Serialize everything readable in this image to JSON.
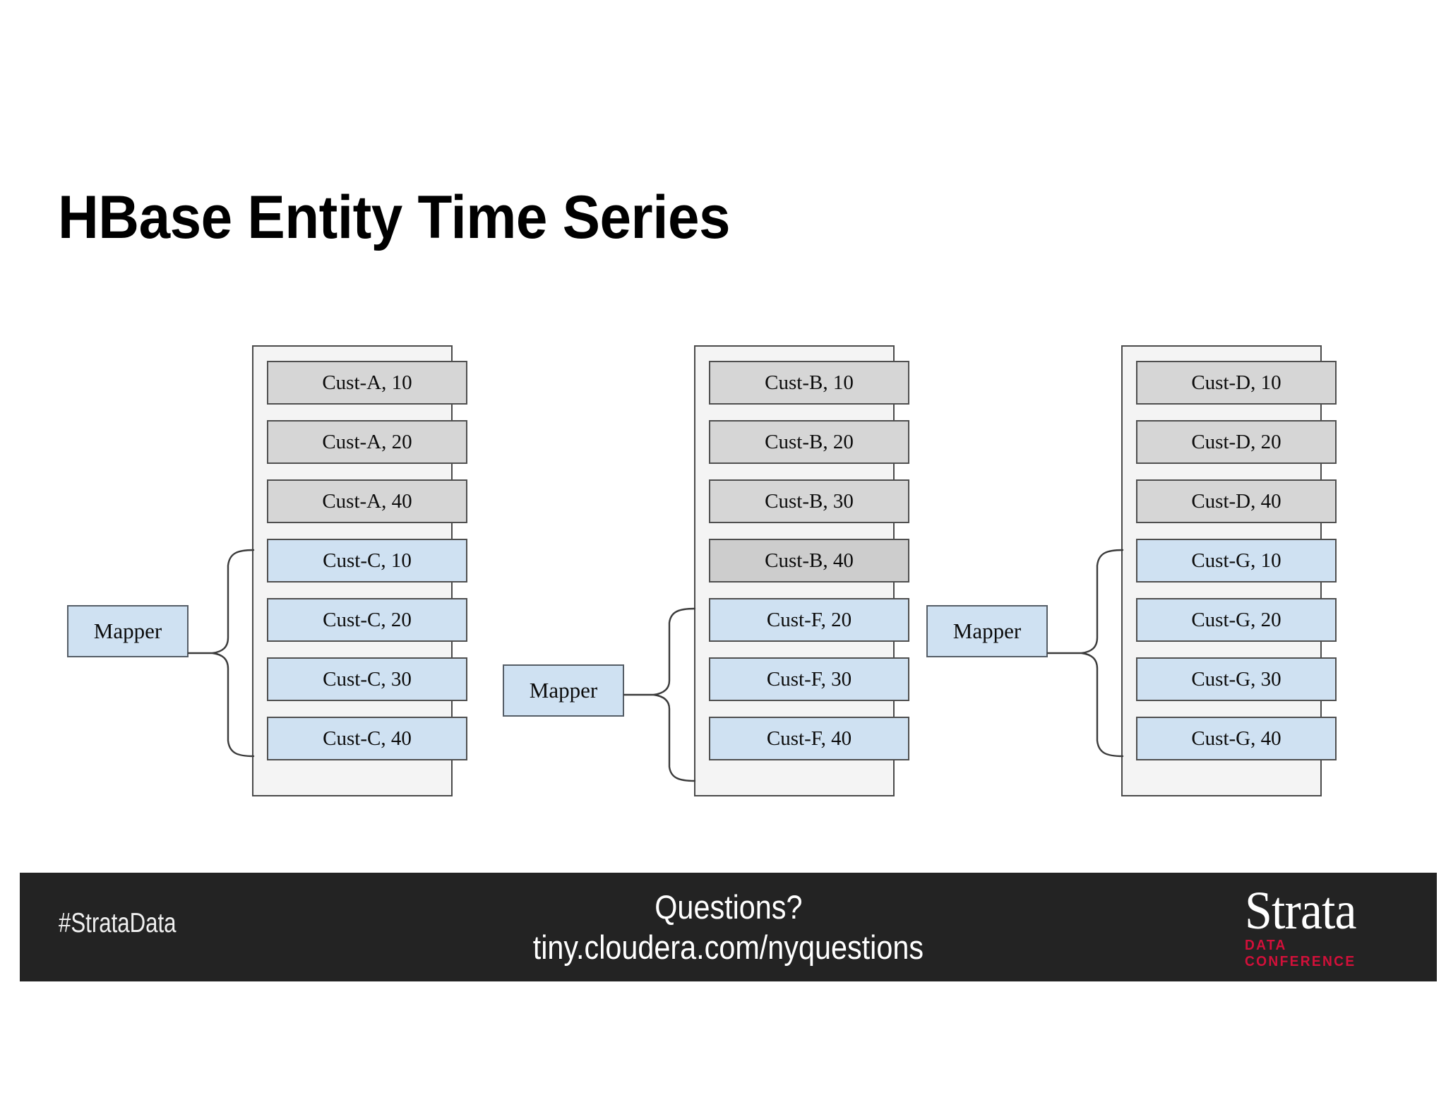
{
  "slide": {
    "title": "HBase Entity Time Series"
  },
  "diagram": {
    "mapper_label": "Mapper",
    "columns": [
      {
        "id": "region-1",
        "rows": [
          {
            "label": "Cust-A, 10",
            "color": "gray"
          },
          {
            "label": "Cust-A, 20",
            "color": "gray"
          },
          {
            "label": "Cust-A, 40",
            "color": "gray"
          },
          {
            "label": "Cust-C, 10",
            "color": "blue"
          },
          {
            "label": "Cust-C, 20",
            "color": "blue"
          },
          {
            "label": "Cust-C, 30",
            "color": "blue"
          },
          {
            "label": "Cust-C, 40",
            "color": "blue"
          }
        ]
      },
      {
        "id": "region-2",
        "rows": [
          {
            "label": "Cust-B, 10",
            "color": "gray"
          },
          {
            "label": "Cust-B, 20",
            "color": "gray"
          },
          {
            "label": "Cust-B, 30",
            "color": "gray"
          },
          {
            "label": "Cust-B, 40",
            "color": "gray-dark"
          },
          {
            "label": "Cust-F, 20",
            "color": "blue"
          },
          {
            "label": "Cust-F, 30",
            "color": "blue"
          },
          {
            "label": "Cust-F, 40",
            "color": "blue"
          }
        ]
      },
      {
        "id": "region-3",
        "rows": [
          {
            "label": "Cust-D, 10",
            "color": "gray"
          },
          {
            "label": "Cust-D, 20",
            "color": "gray"
          },
          {
            "label": "Cust-D, 40",
            "color": "gray"
          },
          {
            "label": "Cust-G, 10",
            "color": "blue"
          },
          {
            "label": "Cust-G, 20",
            "color": "blue"
          },
          {
            "label": "Cust-G, 30",
            "color": "blue"
          },
          {
            "label": "Cust-G, 40",
            "color": "blue"
          }
        ]
      }
    ],
    "mappers": [
      {
        "id": "mapper-1",
        "label": "Mapper"
      },
      {
        "id": "mapper-2",
        "label": "Mapper"
      },
      {
        "id": "mapper-3",
        "label": "Mapper"
      }
    ]
  },
  "footer": {
    "hashtag": "#StrataData",
    "questions": "Questions?",
    "url": "tiny.cloudera.com/nyquestions",
    "logo_word": "Strata",
    "logo_sub": "DATA CONFERENCE"
  },
  "colors": {
    "gray_row": "#d6d6d6",
    "gray_row_dark": "#cdcdcd",
    "blue_row": "#cfe1f2",
    "panel": "#f4f4f4",
    "footer_bg": "#232323",
    "accent_red": "#d2103a",
    "title": "#000000"
  }
}
